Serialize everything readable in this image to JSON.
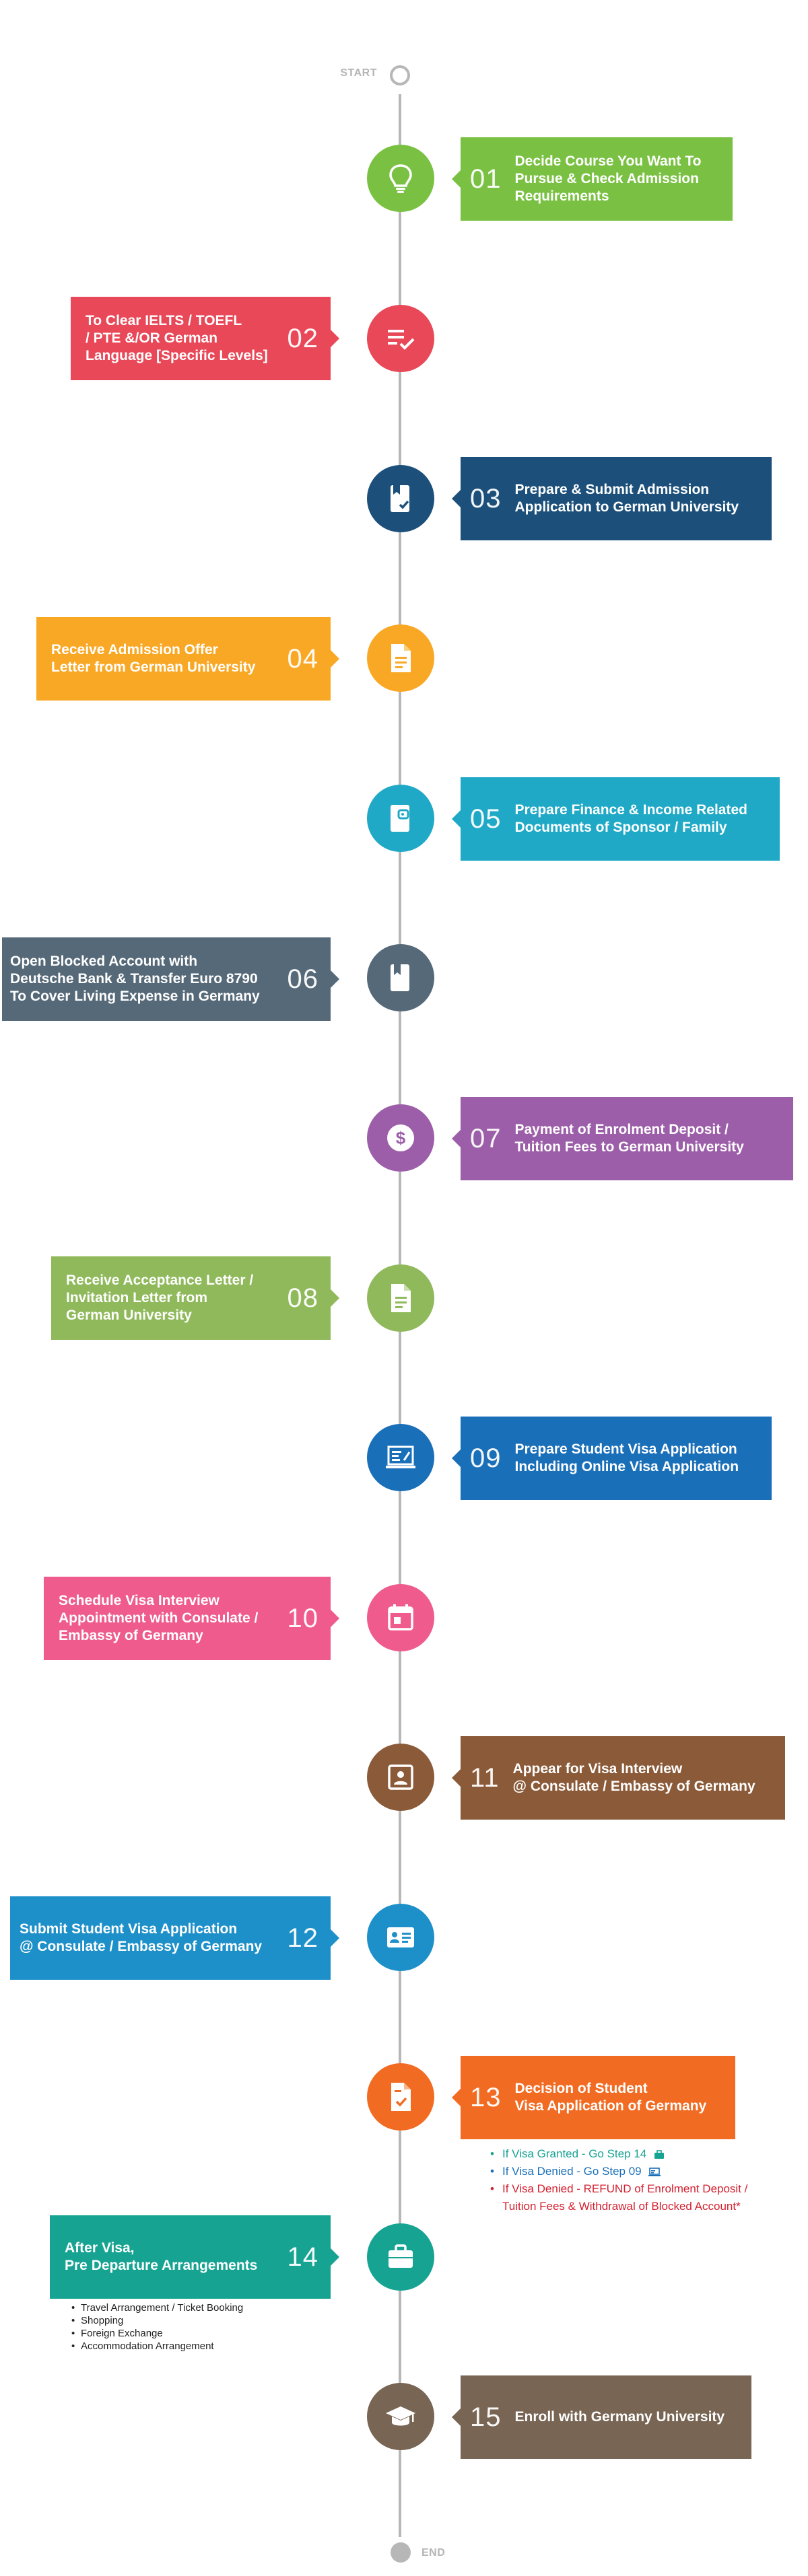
{
  "start_label": "START",
  "end_label": "END",
  "steps": [
    {
      "num": "01",
      "text": "Decide Course You Want To\nPursue & Check Admission\nRequirements",
      "color": "#7ac143",
      "icon": "lightbulb-icon"
    },
    {
      "num": "02",
      "text": "To Clear IELTS / TOEFL\n/ PTE &/OR German\nLanguage [Specific Levels]",
      "color": "#e84857",
      "icon": "checklist-icon"
    },
    {
      "num": "03",
      "text": "Prepare & Submit Admission\nApplication to German University",
      "color": "#1c507a",
      "icon": "application-book-icon"
    },
    {
      "num": "04",
      "text": "Receive Admission Offer\nLetter from German University",
      "color": "#f9a825",
      "icon": "document-icon"
    },
    {
      "num": "05",
      "text": "Prepare Finance & Income Related\nDocuments of Sponsor / Family",
      "color": "#1fa9c6",
      "icon": "wallet-document-icon"
    },
    {
      "num": "06",
      "text": "Open Blocked Account with\nDeutsche Bank & Transfer Euro 8790\nTo Cover Living Expense in Germany",
      "color": "#566978",
      "icon": "bank-book-icon"
    },
    {
      "num": "07",
      "text": "Payment of Enrolment Deposit /\nTuition Fees to German University",
      "color": "#9c5ea8",
      "icon": "dollar-icon"
    },
    {
      "num": "08",
      "text": "Receive Acceptance Letter /\nInvitation Letter from\nGerman University",
      "color": "#8fb95a",
      "icon": "letter-document-icon"
    },
    {
      "num": "09",
      "text": "Prepare Student Visa Application\nIncluding Online Visa Application",
      "color": "#1a6fb9",
      "icon": "laptop-form-icon"
    },
    {
      "num": "10",
      "text": "Schedule Visa Interview\nAppointment with Consulate /\nEmbassy of Germany",
      "color": "#ee5b8c",
      "icon": "calendar-icon"
    },
    {
      "num": "11",
      "text": "Appear for Visa Interview\n@ Consulate / Embassy of Germany",
      "color": "#8b5a38",
      "icon": "portrait-icon"
    },
    {
      "num": "12",
      "text": "Submit Student  Visa Application\n@ Consulate / Embassy of Germany",
      "color": "#1e90c9",
      "icon": "id-card-icon"
    },
    {
      "num": "13",
      "text": "Decision of Student\nVisa Application of Germany",
      "color": "#f26b22",
      "icon": "approved-document-icon"
    },
    {
      "num": "14",
      "text": "After Visa,\nPre Departure Arrangements",
      "color": "#17a392",
      "icon": "briefcase-icon"
    },
    {
      "num": "15",
      "text": "Enroll with Germany University",
      "color": "#786554",
      "icon": "graduation-cap-icon"
    }
  ],
  "decision_notes": [
    {
      "text": "If Visa Granted - Go Step 14",
      "color": "#17a392",
      "icon": "briefcase-icon"
    },
    {
      "text": "If Visa Denied - Go Step 09",
      "color": "#1a6fb9",
      "icon": "laptop-form-icon"
    },
    {
      "text": "If Visa Denied - REFUND of Enrolment Deposit /",
      "color": "#d3202f"
    },
    {
      "text": "Tuition Fees & Withdrawal of Blocked Account*",
      "color": "#d3202f"
    }
  ],
  "pre_departure_items": [
    "Travel Arrangement / Ticket Booking",
    "Shopping",
    "Foreign Exchange",
    "Accommodation Arrangement"
  ]
}
